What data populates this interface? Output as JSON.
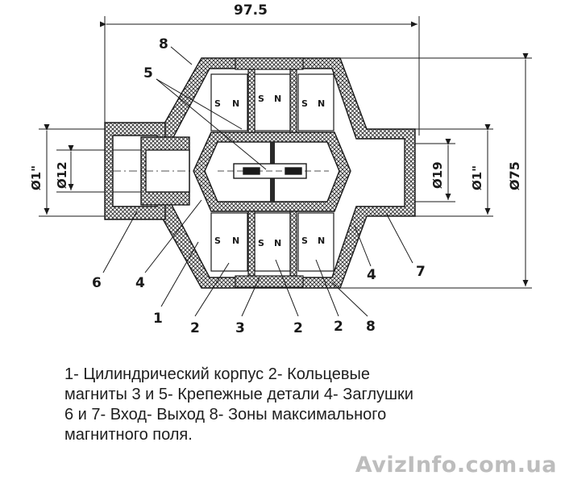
{
  "dimensions": {
    "overall_width": "97.5",
    "inlet_diameter": "Ø1\"",
    "inlet_bore": "Ø12",
    "outlet_bore": "Ø19",
    "outlet_diameter": "Ø1\"",
    "body_diameter": "Ø75"
  },
  "callouts": {
    "c8_top": "8",
    "c5": "5",
    "c6": "6",
    "c4_left": "4",
    "c1": "1",
    "c2_a": "2",
    "c3": "3",
    "c2_b": "2",
    "c2_c": "2",
    "c8_bottom": "8",
    "c4_right": "4",
    "c7": "7"
  },
  "poles": {
    "south": "S",
    "north": "N"
  },
  "legend": [
    "1- Цилиндрический корпус  2- Кольцевые",
    "магниты  3 и 5- Крепежные детали 4- Заглушки",
    "6 и 7- Вход- Выход  8- Зоны максимального",
    "магнитного поля."
  ],
  "watermark": "AvizInfo.com.ua",
  "colors": {
    "ink": "#1a1a1a",
    "watermark": "#bdbdbd"
  }
}
